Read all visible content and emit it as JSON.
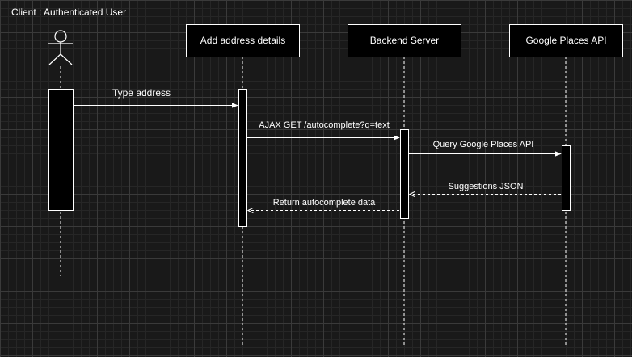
{
  "diagram": {
    "title": "Client : Authenticated User",
    "participants": [
      {
        "id": "client",
        "label": "",
        "kind": "actor"
      },
      {
        "id": "address",
        "label": "Add address details",
        "kind": "box"
      },
      {
        "id": "backend",
        "label": "Backend Server",
        "kind": "box"
      },
      {
        "id": "google",
        "label": "Google Places API",
        "kind": "box"
      }
    ],
    "messages": [
      {
        "from": "client",
        "to": "address",
        "label": "Type address",
        "style": "solid"
      },
      {
        "from": "address",
        "to": "backend",
        "label": "AJAX GET /autocomplete?q=text",
        "style": "solid"
      },
      {
        "from": "backend",
        "to": "google",
        "label": "Query Google Places API",
        "style": "solid"
      },
      {
        "from": "google",
        "to": "backend",
        "label": "Suggestions JSON",
        "style": "dashed"
      },
      {
        "from": "backend",
        "to": "address",
        "label": "Return autocomplete data",
        "style": "dashed"
      }
    ],
    "colors": {
      "background": "#191919",
      "stroke": "#ffffff",
      "fill": "#000000",
      "text": "#ffffff"
    }
  }
}
